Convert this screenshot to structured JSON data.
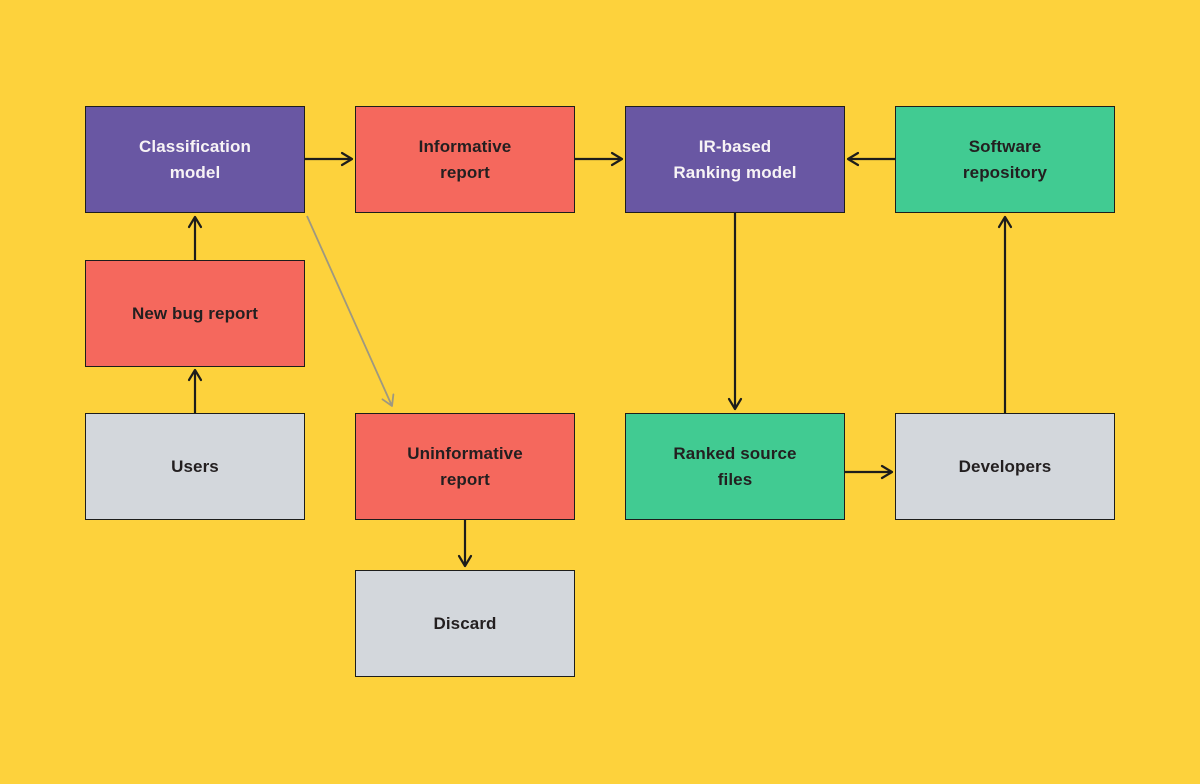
{
  "colors": {
    "bg": "#FDD23C",
    "purple": "#6957A3",
    "red": "#F5685D",
    "green": "#41CB92",
    "gray": "#D3D7DC",
    "line": "#1D1D1B",
    "muted-line": "#9E9880",
    "text-dark": "#231F20",
    "text-light": "#F7F3F5"
  },
  "diagram": {
    "type": "flowchart",
    "nodes": [
      {
        "id": "classification-model",
        "label": "Classification\nmodel",
        "variant": "purple"
      },
      {
        "id": "informative-report",
        "label": "Informative\nreport",
        "variant": "red"
      },
      {
        "id": "ir-based-ranking-model",
        "label": "IR-based\nRanking model",
        "variant": "purple"
      },
      {
        "id": "software-repository",
        "label": "Software\nrepository",
        "variant": "green"
      },
      {
        "id": "new-bug-report",
        "label": "New bug report",
        "variant": "red"
      },
      {
        "id": "users",
        "label": "Users",
        "variant": "gray"
      },
      {
        "id": "uninformative-report",
        "label": "Uninformative\nreport",
        "variant": "red"
      },
      {
        "id": "ranked-source-files",
        "label": "Ranked source\nfiles",
        "variant": "green"
      },
      {
        "id": "developers",
        "label": "Developers",
        "variant": "gray"
      },
      {
        "id": "discard",
        "label": "Discard",
        "variant": "gray"
      }
    ],
    "edges": [
      {
        "from": "users",
        "to": "new-bug-report",
        "style": "solid"
      },
      {
        "from": "new-bug-report",
        "to": "classification-model",
        "style": "solid"
      },
      {
        "from": "classification-model",
        "to": "informative-report",
        "style": "solid"
      },
      {
        "from": "classification-model",
        "to": "uninformative-report",
        "style": "muted"
      },
      {
        "from": "informative-report",
        "to": "ir-based-ranking-model",
        "style": "solid"
      },
      {
        "from": "software-repository",
        "to": "ir-based-ranking-model",
        "style": "solid"
      },
      {
        "from": "ir-based-ranking-model",
        "to": "ranked-source-files",
        "style": "solid"
      },
      {
        "from": "ranked-source-files",
        "to": "developers",
        "style": "solid"
      },
      {
        "from": "developers",
        "to": "software-repository",
        "style": "solid"
      },
      {
        "from": "uninformative-report",
        "to": "discard",
        "style": "solid"
      }
    ]
  }
}
